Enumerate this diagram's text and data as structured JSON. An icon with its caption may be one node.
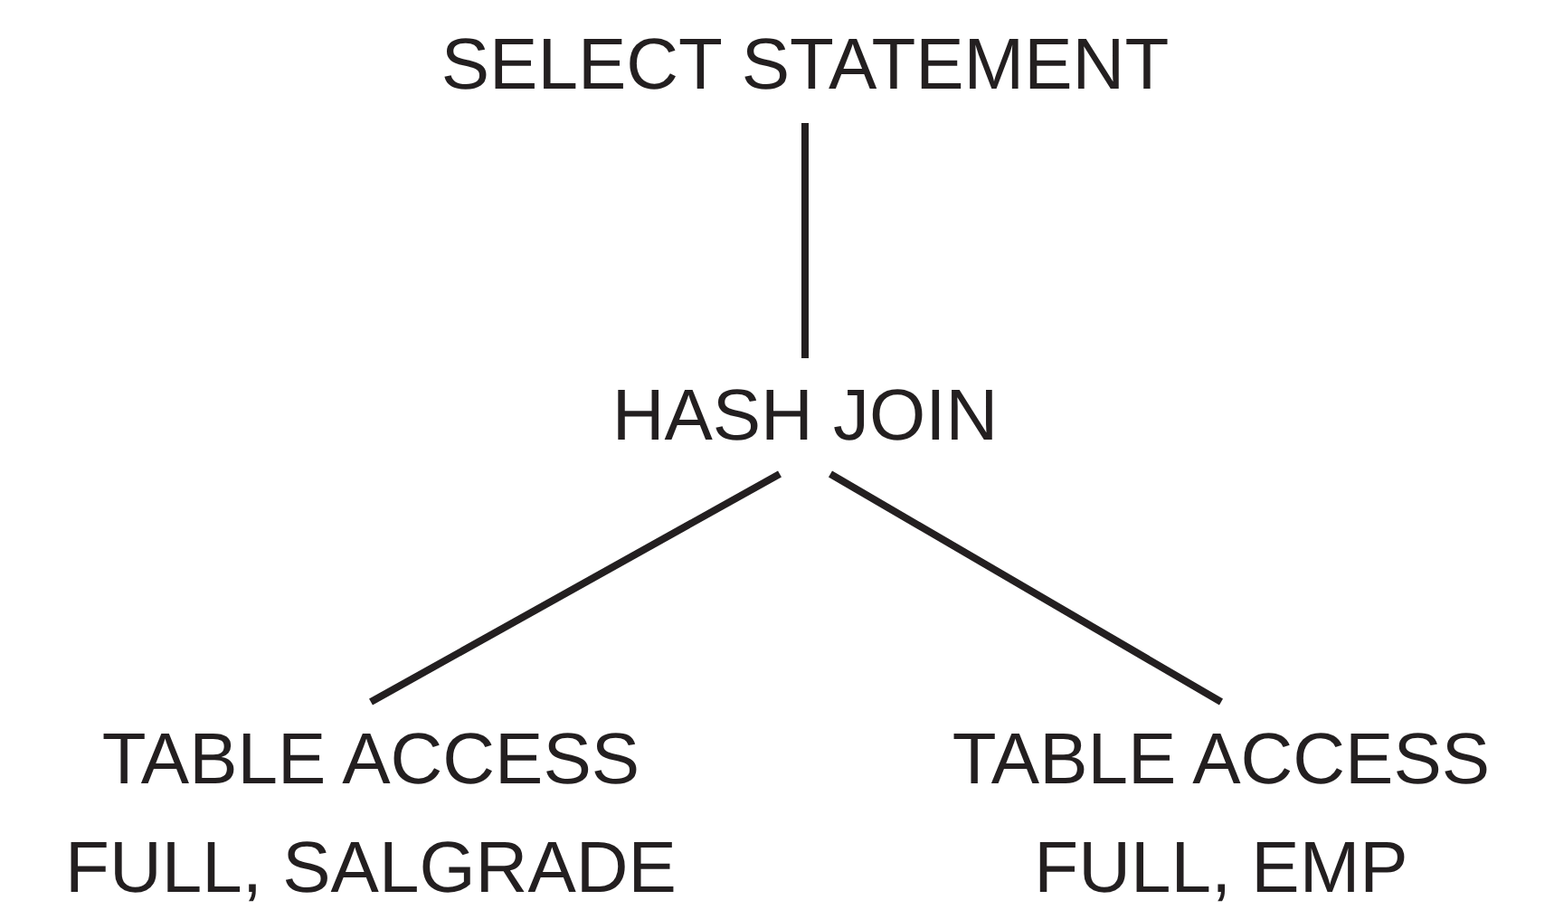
{
  "diagram": {
    "nodes": [
      {
        "text": [
          "SELECT STATEMENT"
        ]
      },
      {
        "text": [
          "HASH JOIN"
        ]
      },
      {
        "text": [
          "TABLE ACCESS FULL, SALGRADE"
        ]
      },
      {
        "text": [
          "TABLE ACCESS FULL, EMP"
        ]
      }
    ],
    "edges": [
      {
        "from": 0,
        "to": 1,
        "arrow": "none"
      },
      {
        "from": 1,
        "to": 2,
        "arrow": "none"
      },
      {
        "from": 1,
        "to": 3,
        "arrow": "none"
      }
    ]
  }
}
